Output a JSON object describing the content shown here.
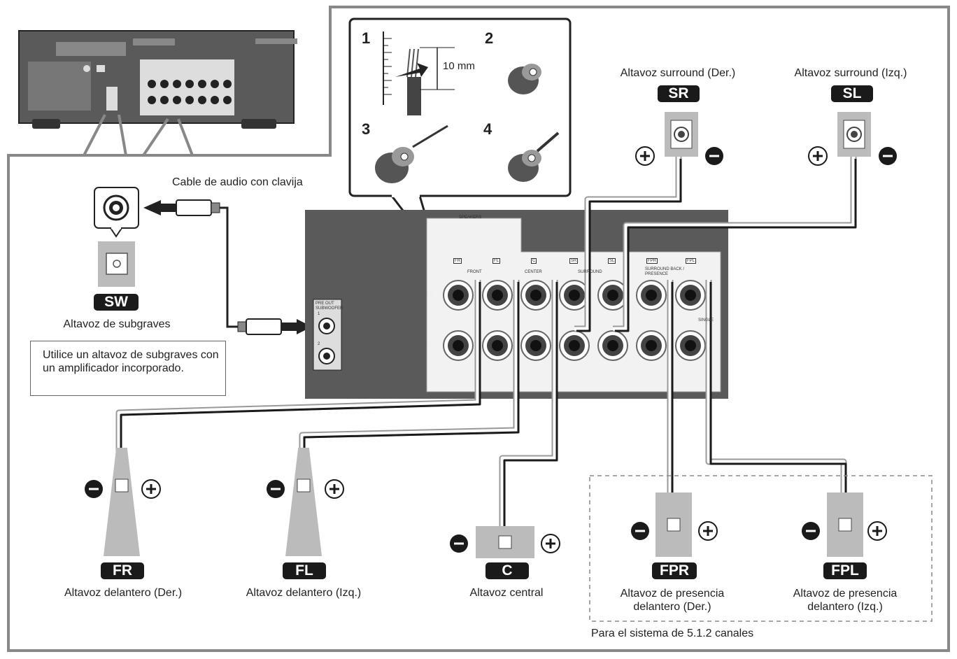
{
  "steps": {
    "s1": "1",
    "s2": "2",
    "s3": "3",
    "s4": "4",
    "measure": "10 mm"
  },
  "cable_label": "Cable de audio con clavija",
  "subwoofer": {
    "badge": "SW",
    "label": "Altavoz de subgraves",
    "note": "Utilice un altavoz de subgraves con un amplificador incorporado."
  },
  "surround_right": {
    "badge": "SR",
    "label": "Altavoz surround (Der.)"
  },
  "surround_left": {
    "badge": "SL",
    "label": "Altavoz surround (Izq.)"
  },
  "front_right": {
    "badge": "FR",
    "label": "Altavoz delantero (Der.)"
  },
  "front_left": {
    "badge": "FL",
    "label": "Altavoz delantero (Izq.)"
  },
  "center": {
    "badge": "C",
    "label": "Altavoz central"
  },
  "presence_right": {
    "badge": "FPR",
    "label": "Altavoz de presencia delantero (Der.)"
  },
  "presence_left": {
    "badge": "FPL",
    "label": "Altavoz de presencia delantero (Izq.)"
  },
  "group_note": "Para el sistema de 5.1.2 canales",
  "panel": {
    "speakers": "SPEAKERS",
    "preout": "PRE OUT SUBWOOFER",
    "preout_1": "1",
    "preout_2": "2",
    "front": "FRONT",
    "center": "CENTER",
    "surround": "SURROUND",
    "back_presence": "SURROUND BACK / PRESENCE",
    "single": "SINGLE",
    "plus": "+",
    "minus": "−",
    "tags": [
      "FR",
      "FL",
      "C",
      "SR",
      "SL",
      "FPR",
      "FPL"
    ]
  },
  "colors": {
    "badge": "#1a1a1a",
    "panel": "#5a5a5a",
    "wire": "#1a1a1a"
  }
}
